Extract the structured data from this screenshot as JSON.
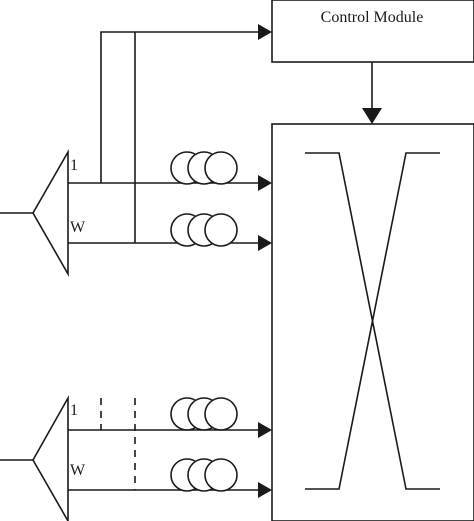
{
  "control_module": {
    "label": "Control Module"
  },
  "demux_top": {
    "port_first_label": "1",
    "port_last_label": "W"
  },
  "demux_bottom": {
    "port_first_label": "1",
    "port_last_label": "W"
  },
  "colors": {
    "stroke": "#1a1a1a",
    "background": "#ffffff"
  },
  "icons": {
    "fiber_spool": "fiber-spool-icon",
    "arrowhead": "arrowhead-icon"
  }
}
